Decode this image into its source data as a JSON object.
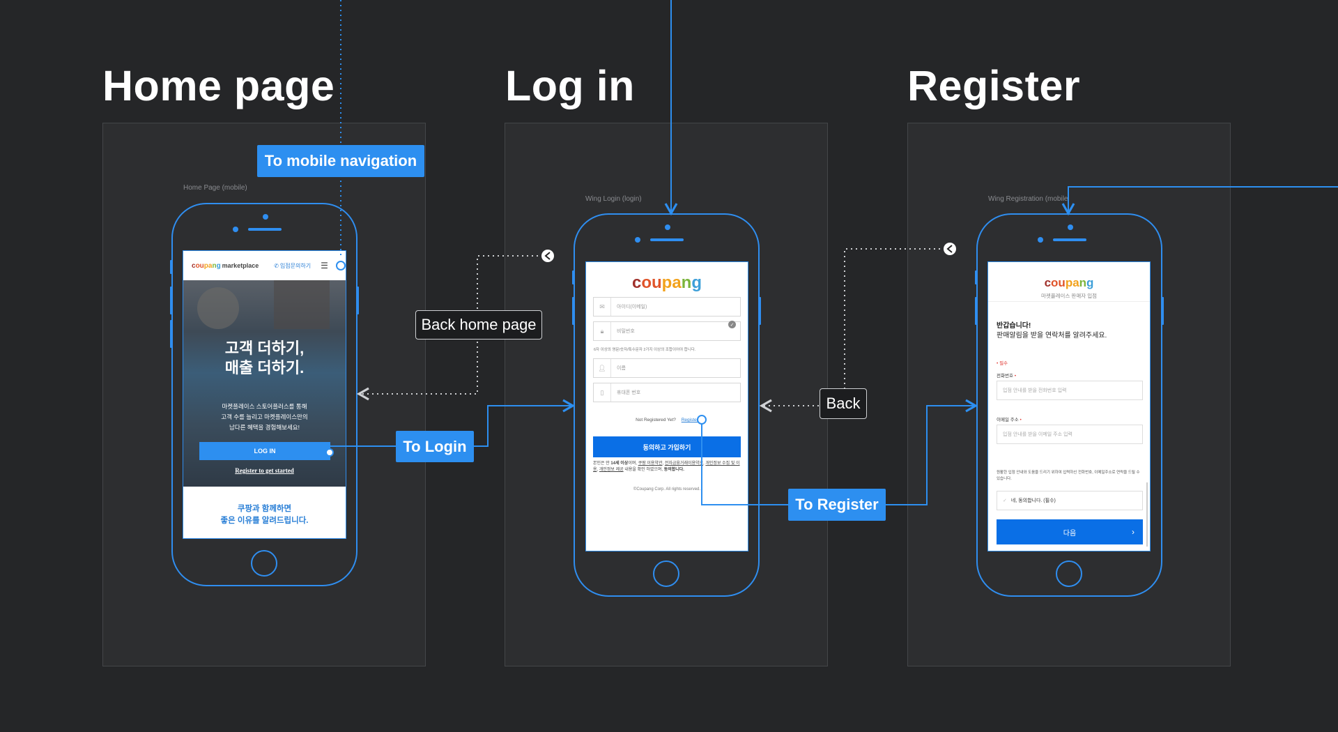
{
  "sections": {
    "home_title": "Home page",
    "login_title": "Log in",
    "register_title": "Register"
  },
  "frame_labels": {
    "home": "Home Page (mobile)",
    "login": "Wing Login (login)",
    "register": "Wing Registration (mobile"
  },
  "connectors": {
    "to_mobile_navigation": "To mobile navigation",
    "back_home_page": "Back home page",
    "to_login": "To Login",
    "back": "Back",
    "to_register": "To Register"
  },
  "home_screen": {
    "brand": "coupang",
    "brand_suffix": "marketplace",
    "phone_link": "입점문의하기",
    "hero_line1": "고객 더하기,",
    "hero_line2": "매출 더하기.",
    "desc_line1": "마켓플레이스 스토어플러스를 통해",
    "desc_line2": "고객 수를 늘리고 마켓플레이스만의",
    "desc_line3": "남다른 혜택을 경험해보세요!",
    "login_button": "LOG IN",
    "register_link": "Register to get started",
    "bottom_line1": "쿠팡과 함께하면",
    "bottom_line2": "좋은 이유를 알려드립니다."
  },
  "login_screen": {
    "brand": "coupang",
    "id_placeholder": "아이디(이메일)",
    "password_placeholder": "비밀번호",
    "password_hint": "6자 이상의 영문/숫자/특수문자 2가지 이상의 조합이어야 합니다.",
    "name_placeholder": "이름",
    "phone_placeholder": "휴대폰 번호",
    "not_registered": "Not Registered Yet?",
    "register_link": "Register",
    "submit_button": "동의하고 가입하기",
    "terms_a": "본인은 만 ",
    "terms_b": "14세 이상",
    "terms_c": "이며, ",
    "terms_d": "쿠팡 이용약관",
    "terms_e": ", ",
    "terms_f": "전자금융거래이용약관",
    "terms_g": ", ",
    "terms_h": "개인정보 수집 및 이용",
    "terms_i": ", ",
    "terms_j": "개인정보 제공",
    "terms_k": " 내용을 확인 하였으며, ",
    "terms_l": "동의합니다.",
    "copyright": "©Coupang Corp. All rights reserved."
  },
  "register_screen": {
    "brand": "coupang",
    "subtitle": "마켓플레이스 판매자 입점",
    "greeting": "반갑습니다!",
    "prompt": "판매알림을 받을 연락처를 알려주세요.",
    "required_note": "• 필수",
    "phone_label": "전화번호",
    "phone_placeholder": "입점 안내를 받을 전화번호 입력",
    "email_label": "이메일 주소",
    "email_placeholder": "입점 안내를 받을 이메일 주소 입력",
    "consent_text": "원활한 입점 안내와 도움을 드리기 위하여 입력하신 전화번호, 이메일주소로 연락을 드릴 수 있습니다.",
    "agree_checkbox": "네, 동의합니다. (필수)",
    "next_button": "다음"
  },
  "colors": {
    "background": "#252628",
    "board": "#2d2e30",
    "accent": "#2d8ff0",
    "coupang_blue": "#0a6fe6"
  }
}
